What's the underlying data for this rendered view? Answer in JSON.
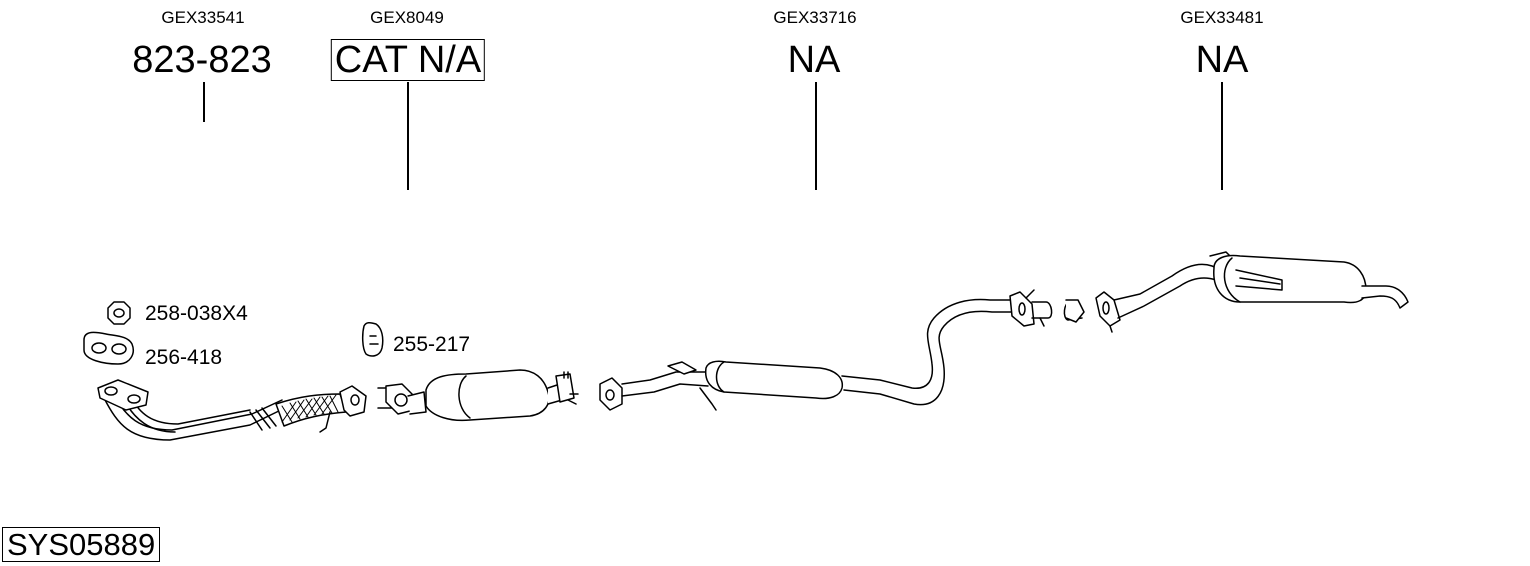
{
  "components": [
    {
      "code": "GEX33541",
      "part_number": "823-823",
      "boxed": false
    },
    {
      "code": "GEX8049",
      "part_number": "CAT N/A",
      "boxed": true
    },
    {
      "code": "GEX33716",
      "part_number": "NA",
      "boxed": false
    },
    {
      "code": "GEX33481",
      "part_number": "NA",
      "boxed": false
    }
  ],
  "accessories": [
    {
      "part_number": "258-038X4",
      "icon": "nut-icon"
    },
    {
      "part_number": "256-418",
      "icon": "gasket-icon"
    },
    {
      "part_number": "255-217",
      "icon": "rubber-mount-icon"
    }
  ],
  "system_id": "SYS05889"
}
